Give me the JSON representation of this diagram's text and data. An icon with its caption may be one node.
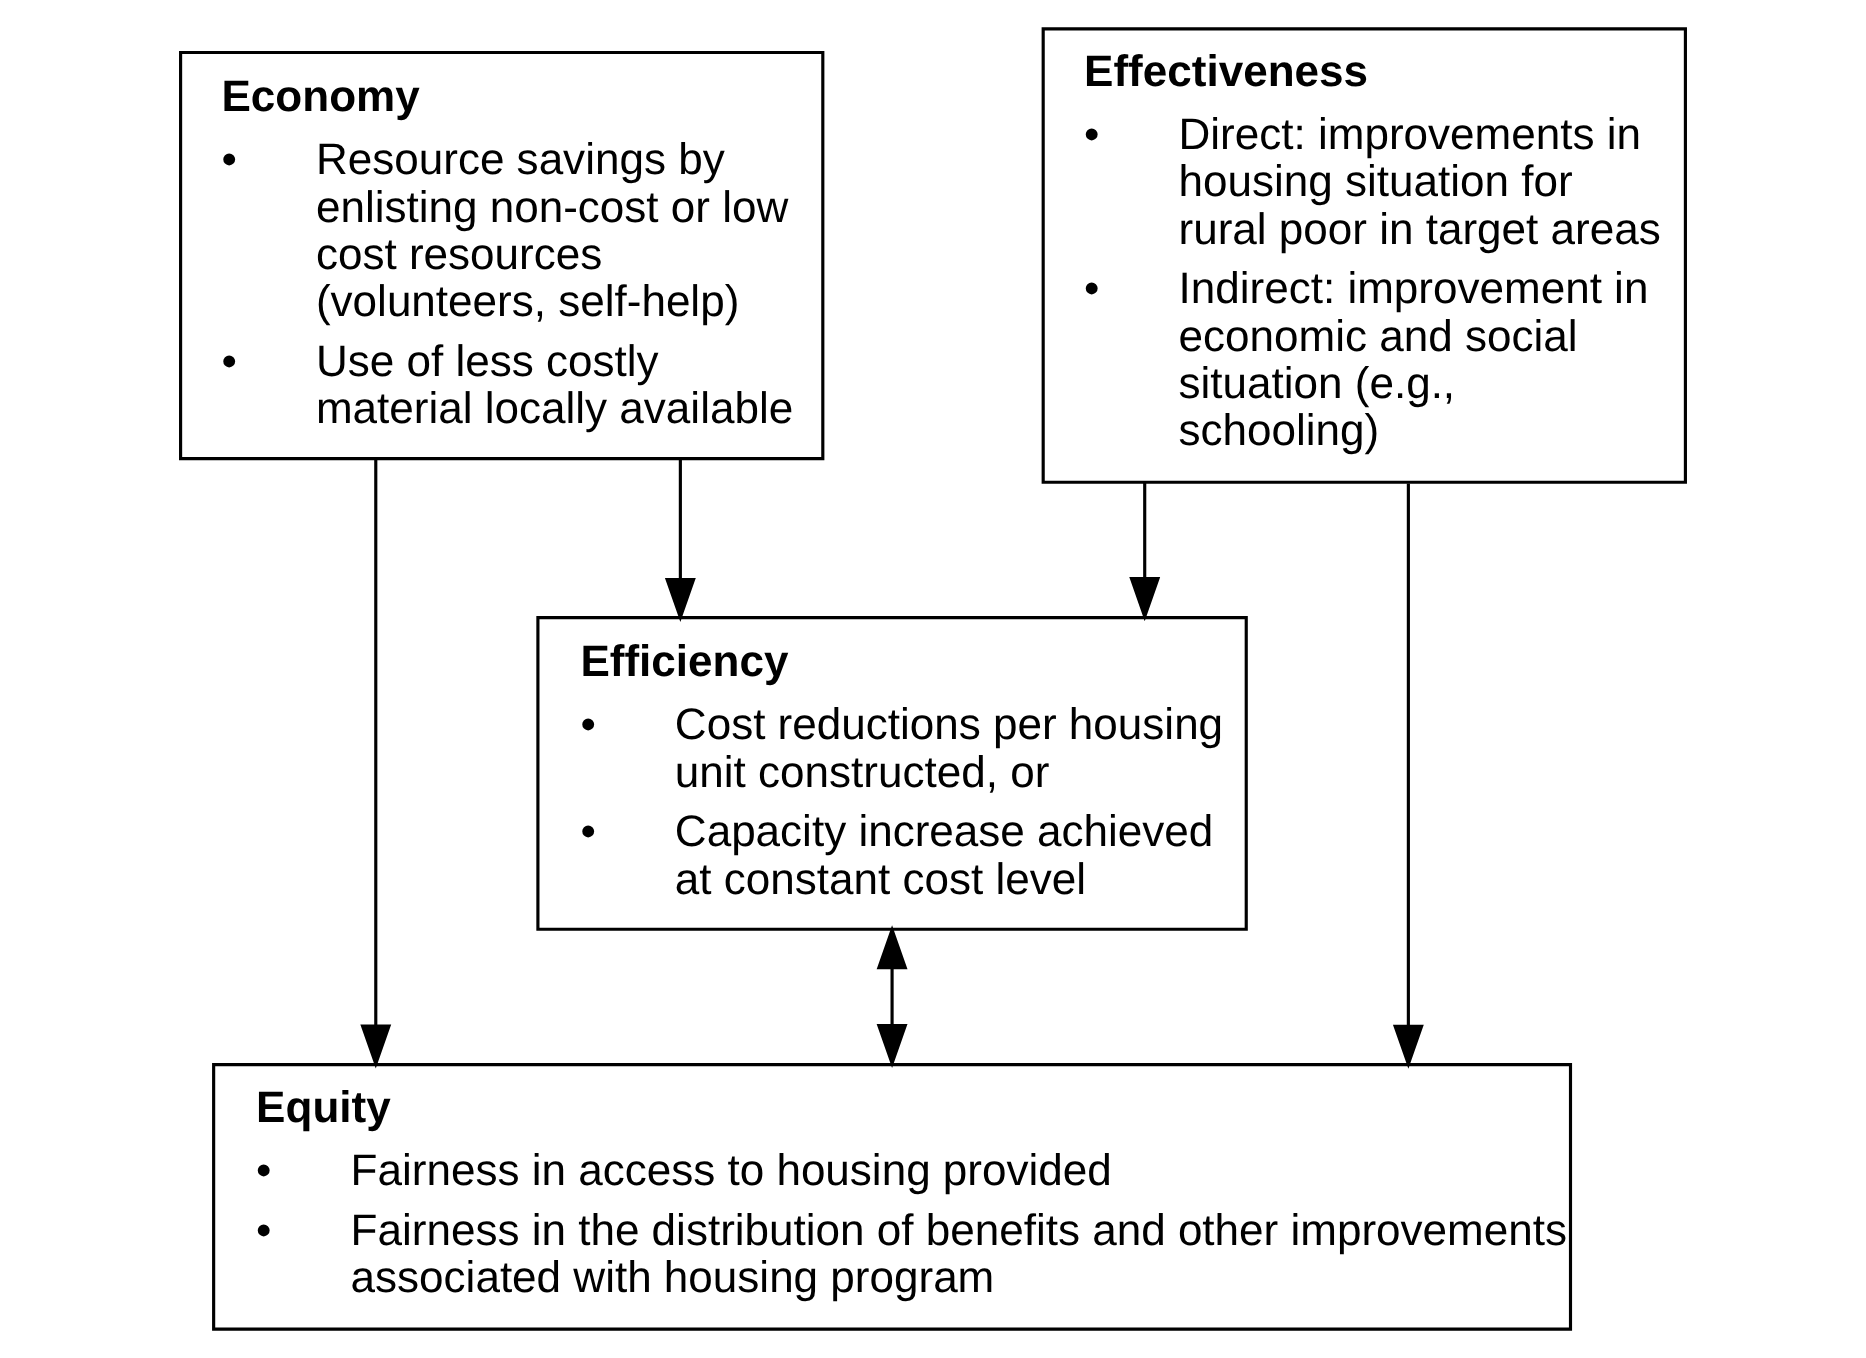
{
  "diagram": {
    "nodes": [
      {
        "text": [
          "Economy",
          "•",
          "Resource savings by enlisting non-cost or low cost resources (volunteers, self-help)",
          "•",
          "Use of less costly material locally available"
        ]
      },
      {
        "text": [
          "Effectiveness",
          "•",
          "Direct: improvements in housing situation for rural poor in target areas",
          "•",
          "Indirect: improvement in economic and social situation (e.g., schooling)"
        ]
      },
      {
        "text": [
          "Efficiency",
          "•",
          "Cost reductions per housing unit constructed, or",
          "•",
          "Capacity increase achieved at constant cost level"
        ]
      },
      {
        "text": [
          "Equity",
          "•",
          "Fairness in access to housing provided",
          "•",
          "Fairness in the distribution of benefits and other improvements associated with housing program"
        ]
      }
    ],
    "edges": [
      {
        "from": 0,
        "to": 2,
        "arrow": "to"
      },
      {
        "from": 1,
        "to": 2,
        "arrow": "to"
      },
      {
        "from": 0,
        "to": 3,
        "arrow": "to"
      },
      {
        "from": 1,
        "to": 3,
        "arrow": "to"
      },
      {
        "from": 2,
        "to": 3,
        "arrow": "both"
      }
    ]
  }
}
